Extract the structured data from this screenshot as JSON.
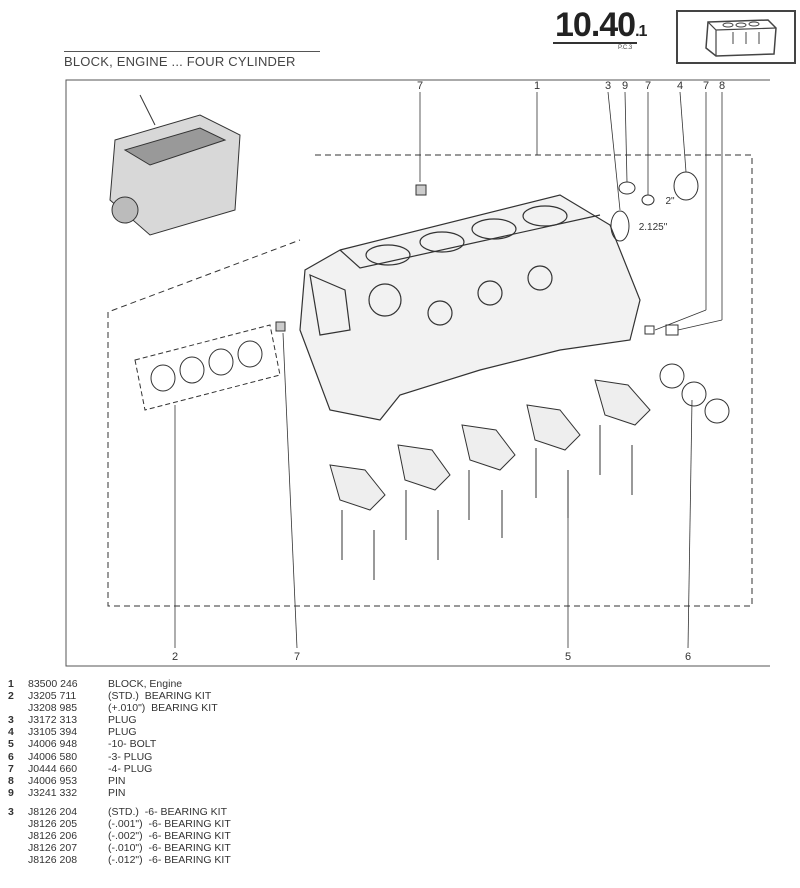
{
  "header": {
    "section_main": "10.40",
    "section_sub": ".1",
    "pc_label": "P.C.3",
    "title": "BLOCK, ENGINE ... FOUR CYLINDER"
  },
  "diagram": {
    "callouts_top": [
      "7",
      "1",
      "3",
      "9",
      "7",
      "4",
      "7",
      "8"
    ],
    "callouts_bottom": [
      "2",
      "7",
      "5",
      "6"
    ],
    "dimensions": [
      "2\"",
      "2.125\""
    ]
  },
  "parts": [
    {
      "ref": "1",
      "part_no": "83500 246",
      "desc": "BLOCK, Engine"
    },
    {
      "ref": "2",
      "part_no": "J3205 711",
      "desc": "(STD.)  BEARING KIT"
    },
    {
      "ref": "",
      "part_no": "J3208 985",
      "desc": "(+.010\")  BEARING KIT"
    },
    {
      "ref": "3",
      "part_no": "J3172 313",
      "desc": "PLUG"
    },
    {
      "ref": "4",
      "part_no": "J3105 394",
      "desc": "PLUG"
    },
    {
      "ref": "5",
      "part_no": "J4006 948",
      "desc": "-10- BOLT"
    },
    {
      "ref": "6",
      "part_no": "J4006 580",
      "desc": "-3- PLUG"
    },
    {
      "ref": "7",
      "part_no": "J0444 660",
      "desc": "-4- PLUG"
    },
    {
      "ref": "8",
      "part_no": "J4006 953",
      "desc": "PIN"
    },
    {
      "ref": "9",
      "part_no": "J3241 332",
      "desc": "PIN"
    }
  ],
  "parts_alt": [
    {
      "ref": "3",
      "part_no": "J8126 204",
      "desc": "(STD.)  -6- BEARING KIT"
    },
    {
      "ref": "",
      "part_no": "J8126 205",
      "desc": "(-.001\")  -6- BEARING KIT"
    },
    {
      "ref": "",
      "part_no": "J8126 206",
      "desc": "(-.002\")  -6- BEARING KIT"
    },
    {
      "ref": "",
      "part_no": "J8126 207",
      "desc": "(-.010\")  -6- BEARING KIT"
    },
    {
      "ref": "",
      "part_no": "J8126 208",
      "desc": "(-.012\")  -6- BEARING KIT"
    }
  ]
}
